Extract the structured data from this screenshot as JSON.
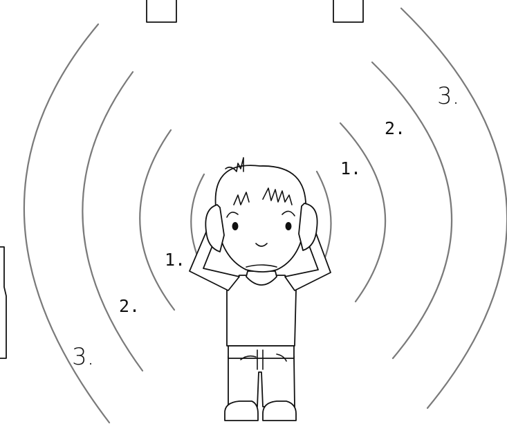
{
  "labels": {
    "left_1": "1.",
    "left_2": "2.",
    "left_3": "3.",
    "right_1": "1.",
    "right_2": "2.",
    "right_3": "3."
  },
  "colors": {
    "wave_stroke": "#7a7a7a",
    "ink": "#111111",
    "background": "#ffffff"
  }
}
